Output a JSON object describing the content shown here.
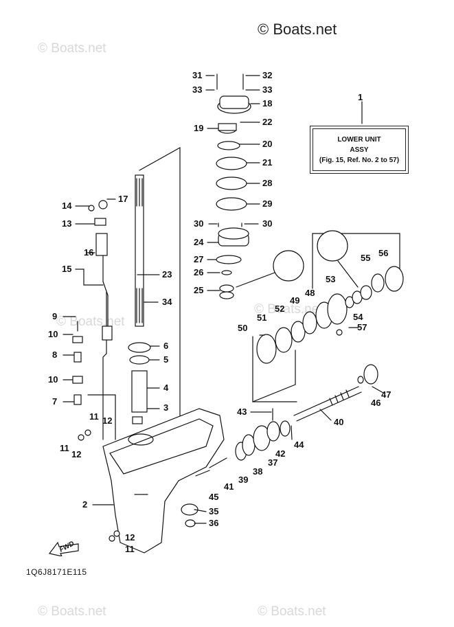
{
  "brand": {
    "text": "© Boats.net"
  },
  "watermarks": [
    "© Boats.net",
    "© Boats.net",
    "© Boats.net",
    "© Boats.net",
    "© Boats.net"
  ],
  "callout_box": {
    "line1": "LOWER UNIT",
    "line2": "ASSY",
    "line3": "(Fig. 15, Ref. No. 2 to 57)"
  },
  "direction_arrow": {
    "text": "FWD",
    "icon": "fwd-arrow-icon"
  },
  "drawing_code": "1Q6J8171E115",
  "part_numbers": [
    "1",
    "2",
    "3",
    "4",
    "5",
    "6",
    "7",
    "8",
    "9",
    "10",
    "10",
    "11",
    "11",
    "11",
    "11",
    "12",
    "12",
    "12",
    "12",
    "13",
    "14",
    "15",
    "16",
    "17",
    "18",
    "19",
    "20",
    "21",
    "22",
    "23",
    "24",
    "25",
    "26",
    "27",
    "28",
    "29",
    "30",
    "30",
    "31",
    "32",
    "33",
    "33",
    "34",
    "35",
    "36",
    "37",
    "38",
    "39",
    "40",
    "41",
    "42",
    "43",
    "44",
    "45",
    "46",
    "47",
    "48",
    "49",
    "50",
    "51",
    "52",
    "53",
    "54",
    "55",
    "56",
    "57"
  ]
}
